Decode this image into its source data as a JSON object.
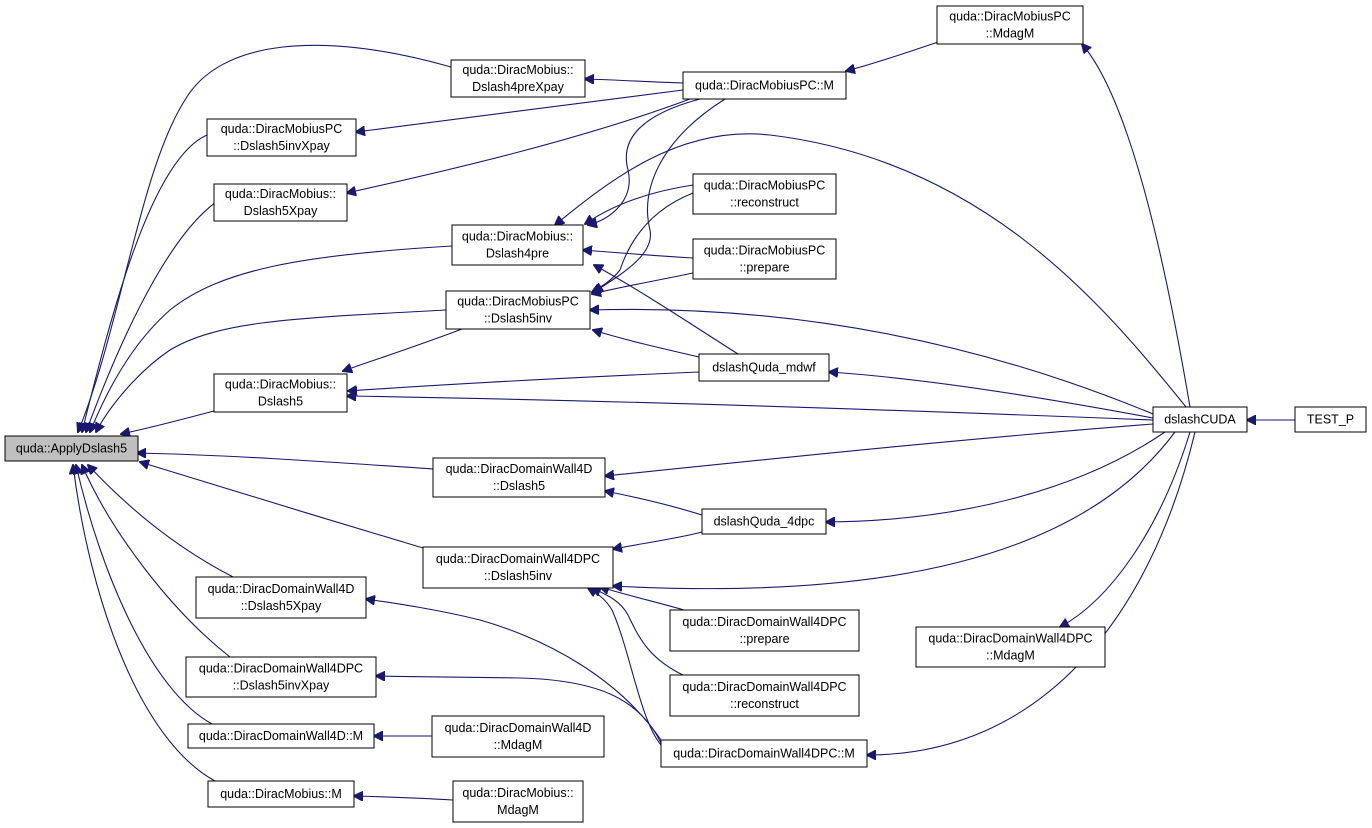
{
  "graph": {
    "root": "applydslash5",
    "nodes": [
      {
        "id": "applydslash5",
        "lines": [
          "quda::ApplyDslash5"
        ]
      },
      {
        "id": "mobius_dslash4prexpay",
        "lines": [
          "quda::DiracMobius::",
          "Dslash4preXpay"
        ]
      },
      {
        "id": "mobiuspc_dslash5invxpay",
        "lines": [
          "quda::DiracMobiusPC",
          "::Dslash5invXpay"
        ]
      },
      {
        "id": "mobius_dslash5xpay",
        "lines": [
          "quda::DiracMobius::",
          "Dslash5Xpay"
        ]
      },
      {
        "id": "mobius_dslash4pre",
        "lines": [
          "quda::DiracMobius::",
          "Dslash4pre"
        ]
      },
      {
        "id": "mobiuspc_dslash5inv",
        "lines": [
          "quda::DiracMobiusPC",
          "::Dslash5inv"
        ]
      },
      {
        "id": "mobius_dslash5",
        "lines": [
          "quda::DiracMobius::",
          "Dslash5"
        ]
      },
      {
        "id": "dw4d_dslash5",
        "lines": [
          "quda::DiracDomainWall4D",
          "::Dslash5"
        ]
      },
      {
        "id": "dw4dpc_dslash5inv",
        "lines": [
          "quda::DiracDomainWall4DPC",
          "::Dslash5inv"
        ]
      },
      {
        "id": "dw4d_dslash5xpay",
        "lines": [
          "quda::DiracDomainWall4D",
          "::Dslash5Xpay"
        ]
      },
      {
        "id": "dw4dpc_dslash5invxpay",
        "lines": [
          "quda::DiracDomainWall4DPC",
          "::Dslash5invXpay"
        ]
      },
      {
        "id": "dw4d_m",
        "lines": [
          "quda::DiracDomainWall4D::M"
        ]
      },
      {
        "id": "mobius_m",
        "lines": [
          "quda::DiracMobius::M"
        ]
      },
      {
        "id": "mobiuspc_m",
        "lines": [
          "quda::DiracMobiusPC::M"
        ]
      },
      {
        "id": "mobiuspc_reconstruct",
        "lines": [
          "quda::DiracMobiusPC",
          "::reconstruct"
        ]
      },
      {
        "id": "mobiuspc_prepare",
        "lines": [
          "quda::DiracMobiusPC",
          "::prepare"
        ]
      },
      {
        "id": "dslashquda_mdwf",
        "lines": [
          "dslashQuda_mdwf"
        ]
      },
      {
        "id": "dslashquda_4dpc",
        "lines": [
          "dslashQuda_4dpc"
        ]
      },
      {
        "id": "dw4dpc_prepare",
        "lines": [
          "quda::DiracDomainWall4DPC",
          "::prepare"
        ]
      },
      {
        "id": "dw4dpc_reconstruct",
        "lines": [
          "quda::DiracDomainWall4DPC",
          "::reconstruct"
        ]
      },
      {
        "id": "dw4d_mdagm",
        "lines": [
          "quda::DiracDomainWall4D",
          "::MdagM"
        ]
      },
      {
        "id": "dw4dpc_m",
        "lines": [
          "quda::DiracDomainWall4DPC::M"
        ]
      },
      {
        "id": "mobius_mdagm",
        "lines": [
          "quda::DiracMobius::",
          "MdagM"
        ]
      },
      {
        "id": "mobiuspc_mdagm",
        "lines": [
          "quda::DiracMobiusPC",
          "::MdagM"
        ]
      },
      {
        "id": "dw4dpc_mdagm",
        "lines": [
          "quda::DiracDomainWall4DPC",
          "::MdagM"
        ]
      },
      {
        "id": "dslashcuda",
        "lines": [
          "dslashCUDA"
        ]
      },
      {
        "id": "test_p",
        "lines": [
          "TEST_P"
        ]
      }
    ],
    "edges": [
      [
        "mobius_dslash4prexpay",
        "applydslash5"
      ],
      [
        "mobiuspc_dslash5invxpay",
        "applydslash5"
      ],
      [
        "mobius_dslash5xpay",
        "applydslash5"
      ],
      [
        "mobius_dslash4pre",
        "applydslash5"
      ],
      [
        "mobiuspc_dslash5inv",
        "applydslash5"
      ],
      [
        "mobius_dslash5",
        "applydslash5"
      ],
      [
        "dw4d_dslash5",
        "applydslash5"
      ],
      [
        "dw4dpc_dslash5inv",
        "applydslash5"
      ],
      [
        "dw4d_dslash5xpay",
        "applydslash5"
      ],
      [
        "dw4dpc_dslash5invxpay",
        "applydslash5"
      ],
      [
        "dw4d_m",
        "applydslash5"
      ],
      [
        "mobius_m",
        "applydslash5"
      ],
      [
        "mobiuspc_m",
        "mobius_dslash4prexpay"
      ],
      [
        "mobiuspc_m",
        "mobiuspc_dslash5invxpay"
      ],
      [
        "mobiuspc_m",
        "mobius_dslash5xpay"
      ],
      [
        "mobiuspc_m",
        "mobius_dslash4pre"
      ],
      [
        "mobiuspc_m",
        "mobiuspc_dslash5inv"
      ],
      [
        "mobiuspc_reconstruct",
        "mobius_dslash4pre"
      ],
      [
        "mobiuspc_reconstruct",
        "mobiuspc_dslash5inv"
      ],
      [
        "mobiuspc_prepare",
        "mobius_dslash4pre"
      ],
      [
        "mobiuspc_prepare",
        "mobiuspc_dslash5inv"
      ],
      [
        "dslashquda_mdwf",
        "mobius_dslash4pre"
      ],
      [
        "dslashquda_mdwf",
        "mobiuspc_dslash5inv"
      ],
      [
        "dslashquda_mdwf",
        "mobius_dslash5"
      ],
      [
        "mobiuspc_dslash5inv",
        "mobius_dslash5"
      ],
      [
        "dslashquda_4dpc",
        "dw4d_dslash5"
      ],
      [
        "dslashquda_4dpc",
        "dw4dpc_dslash5inv"
      ],
      [
        "dw4dpc_prepare",
        "dw4dpc_dslash5inv"
      ],
      [
        "dw4dpc_reconstruct",
        "dw4dpc_dslash5inv"
      ],
      [
        "dw4dpc_m",
        "dw4dpc_dslash5inv"
      ],
      [
        "dw4dpc_m",
        "dw4d_dslash5xpay"
      ],
      [
        "dw4dpc_m",
        "dw4dpc_dslash5invxpay"
      ],
      [
        "dw4d_mdagm",
        "dw4d_m"
      ],
      [
        "mobius_mdagm",
        "mobius_m"
      ],
      [
        "mobiuspc_mdagm",
        "mobiuspc_m"
      ],
      [
        "dw4dpc_mdagm",
        "dw4dpc_m"
      ],
      [
        "dslashcuda",
        "mobiuspc_mdagm"
      ],
      [
        "dslashcuda",
        "mobius_dslash4pre"
      ],
      [
        "dslashcuda",
        "mobiuspc_dslash5inv"
      ],
      [
        "dslashcuda",
        "mobius_dslash5"
      ],
      [
        "dslashcuda",
        "dslashquda_mdwf"
      ],
      [
        "dslashcuda",
        "dw4d_dslash5"
      ],
      [
        "dslashcuda",
        "dslashquda_4dpc"
      ],
      [
        "dslashcuda",
        "dw4dpc_dslash5inv"
      ],
      [
        "dslashcuda",
        "dw4dpc_mdagm"
      ],
      [
        "dslashcuda",
        "dw4dpc_m"
      ],
      [
        "test_p",
        "dslashcuda"
      ]
    ]
  },
  "colors": {
    "edge": "#191970",
    "node_border": "#000000",
    "node_fill": "#ffffff",
    "root_fill": "#bfbfbf"
  }
}
